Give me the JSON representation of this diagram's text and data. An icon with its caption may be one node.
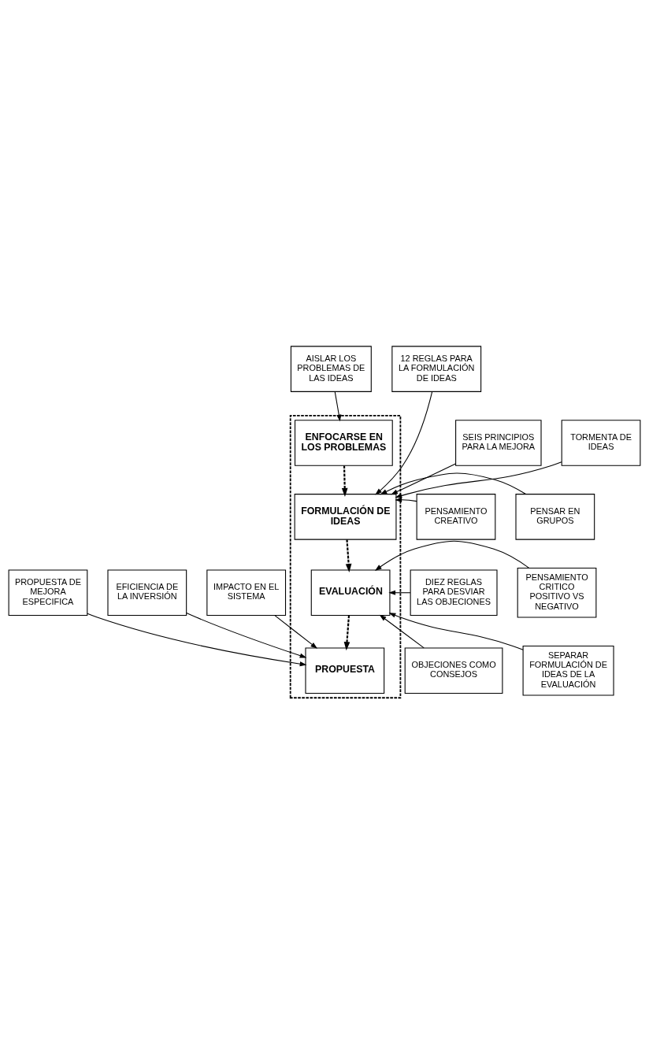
{
  "diagram": {
    "nodes": [
      {
        "text": [],
        "shape": "box"
      },
      {
        "text": [
          "AISLAR LOS PROBLEMAS DE LAS IDEAS"
        ]
      },
      {
        "text": [
          "12 REGLAS PARA LA FORMULACIÓN DE IDEAS"
        ]
      },
      {
        "text": [
          "SEIS PRINCIPIOS PARA LA MEJORA"
        ]
      },
      {
        "text": [
          "ENFOCARSE EN LOS PROBLEMAS"
        ],
        "in": 0
      },
      {
        "text": [
          "TORMENTA DE IDEAS"
        ]
      },
      {
        "text": [
          "PENSAMIENTO CREATIVO"
        ]
      },
      {
        "text": [
          "FORMULACIÓN DE IDEAS"
        ],
        "in": 0
      },
      {
        "text": [
          "PENSAR EN GRUPOS"
        ]
      },
      {
        "text": [
          "EVALUACIÓN"
        ],
        "in": 0
      },
      {
        "text": [
          "DIEZ REGLAS PARA DESVIAR LAS OBJECIONES"
        ]
      },
      {
        "text": [
          "PENSAMIENTO CRITICO POSITIVO VS NEGATIVO"
        ]
      },
      {
        "text": [
          "OBJECIONES COMO CONSEJOS"
        ]
      },
      {
        "text": [
          "PROPUESTA"
        ],
        "in": 0
      },
      {
        "text": [
          "SEPARAR FORMULACIÓN DE IDEAS DE LA EVALUACIÓN"
        ]
      },
      {
        "text": [
          "PROPUESTA DE MEJORA ESPECIFICA"
        ]
      },
      {
        "text": [
          "IMPACTO EN EL SISTEMA"
        ]
      },
      {
        "text": [
          "EFICIENCIA DE LA INVERSIÓN"
        ]
      }
    ],
    "edges": [
      {
        "from": 1,
        "to": 4,
        "arrow": "to"
      },
      {
        "from": 4,
        "to": 7,
        "arrow": "to",
        "style": "dashed"
      },
      {
        "from": 3,
        "to": 7,
        "arrow": "to"
      },
      {
        "from": 2,
        "to": 7,
        "arrow": "to"
      },
      {
        "from": 5,
        "to": 7,
        "arrow": "to"
      },
      {
        "from": 8,
        "to": 7,
        "arrow": "to"
      },
      {
        "from": 6,
        "to": 7,
        "arrow": "to"
      },
      {
        "from": 7,
        "to": 9,
        "arrow": "to",
        "style": "dashed"
      },
      {
        "from": 11,
        "to": 9,
        "arrow": "to"
      },
      {
        "from": 12,
        "to": 9,
        "arrow": "to"
      },
      {
        "from": 10,
        "to": 9,
        "arrow": "to"
      },
      {
        "from": 14,
        "to": 9,
        "arrow": "to"
      },
      {
        "from": 9,
        "to": 13,
        "arrow": "to",
        "style": "dashed"
      },
      {
        "from": 15,
        "to": 13,
        "arrow": "to"
      },
      {
        "from": 16,
        "to": 13,
        "arrow": "to"
      },
      {
        "from": 17,
        "to": 13,
        "arrow": "to"
      }
    ]
  }
}
